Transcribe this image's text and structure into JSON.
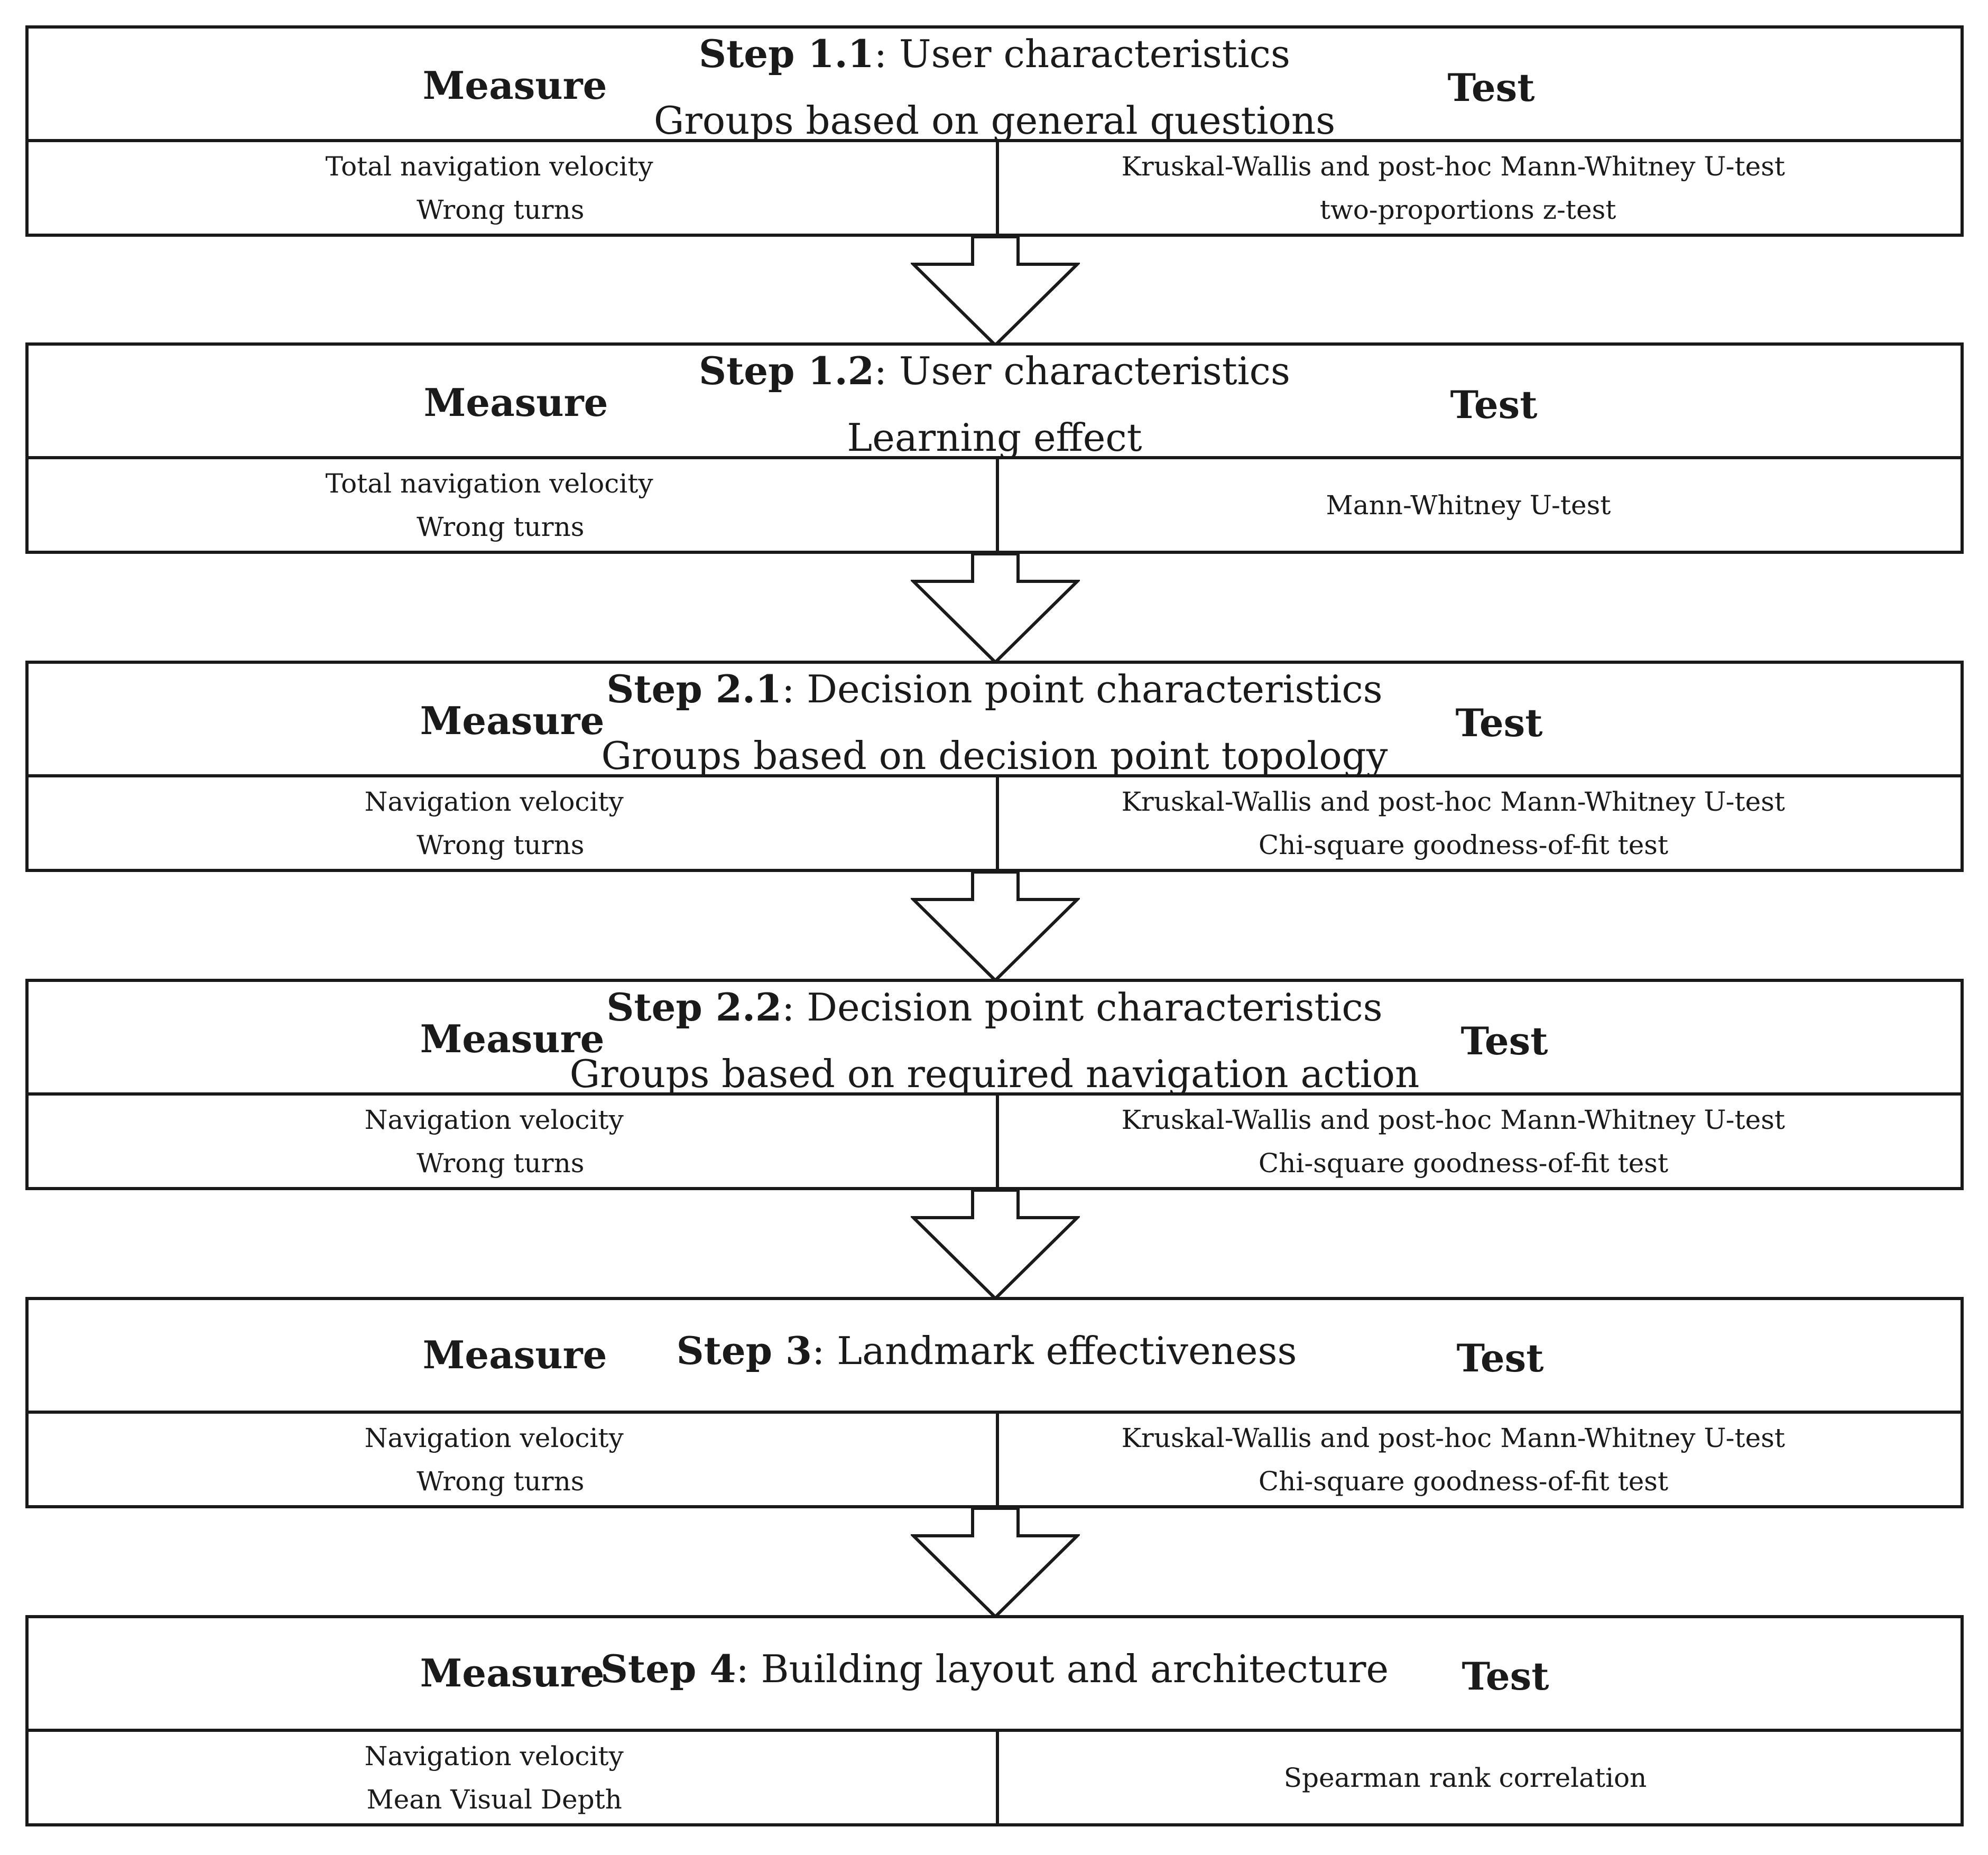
{
  "steps": [
    {
      "step_label": "Step 1.1",
      "title": ": User characteristics",
      "subtitle": "Groups based on general questions",
      "measure_header": "Measure",
      "test_header": "Test",
      "measures": [
        "Total navigation velocity",
        "Wrong turns"
      ],
      "tests": [
        "Kruskal-Wallis and post-hoc Mann-Whitney U-test",
        "two-proportions z-test"
      ]
    },
    {
      "step_label": "Step 1.2",
      "title": ": User characteristics",
      "subtitle": "Learning effect",
      "measure_header": "Measure",
      "test_header": "Test",
      "measures": [
        "Total navigation velocity",
        "Wrong turns"
      ],
      "tests": [
        "Mann-Whitney U-test"
      ]
    },
    {
      "step_label": "Step 2.1",
      "title": ": Decision point characteristics",
      "subtitle": "Groups based on decision point topology",
      "measure_header": "Measure",
      "test_header": "Test",
      "measures": [
        "Navigation velocity",
        "Wrong turns"
      ],
      "tests": [
        "Kruskal-Wallis and post-hoc Mann-Whitney U-test",
        "Chi-square goodness-of-fit test"
      ]
    },
    {
      "step_label": "Step 2.2",
      "title": ": Decision point characteristics",
      "subtitle": "Groups based on required navigation action",
      "measure_header": "Measure",
      "test_header": "Test",
      "measures": [
        "Navigation velocity",
        "Wrong turns"
      ],
      "tests": [
        "Kruskal-Wallis and post-hoc Mann-Whitney U-test",
        "Chi-square goodness-of-fit test"
      ]
    },
    {
      "step_label": "Step 3",
      "title": ": Landmark effectiveness",
      "subtitle": "",
      "measure_header": "Measure",
      "test_header": "Test",
      "measures": [
        "Navigation velocity",
        "Wrong turns"
      ],
      "tests": [
        "Kruskal-Wallis and post-hoc Mann-Whitney U-test",
        "Chi-square goodness-of-fit test"
      ]
    },
    {
      "step_label": "Step 4",
      "title": ": Building layout and architecture",
      "subtitle": "",
      "measure_header": "Measure",
      "test_header": "Test",
      "measures": [
        "Navigation velocity",
        "Mean Visual Depth"
      ],
      "tests": [
        "Spearman rank correlation"
      ]
    }
  ],
  "colors": {
    "line": "#1a1a1a",
    "background": "#ffffff"
  },
  "connector_icon": "down-block-arrow"
}
